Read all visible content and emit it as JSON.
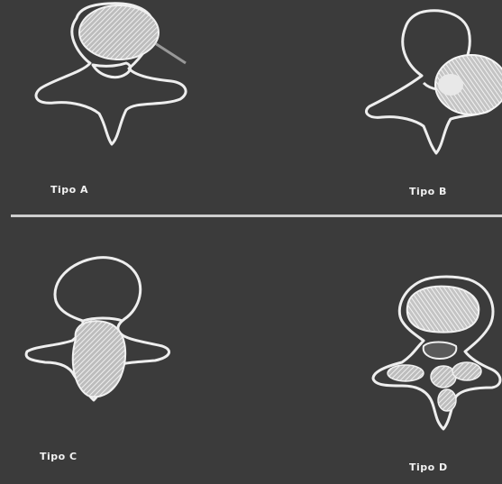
{
  "figure": {
    "labels": {
      "a": "Tipo A",
      "b": "Tipo B",
      "c": "Tipo C",
      "d": "Tipo D"
    },
    "colors": {
      "background": "#3b3b3b",
      "line": "#f0f0f0",
      "hatch": "#d8d8d8"
    }
  }
}
